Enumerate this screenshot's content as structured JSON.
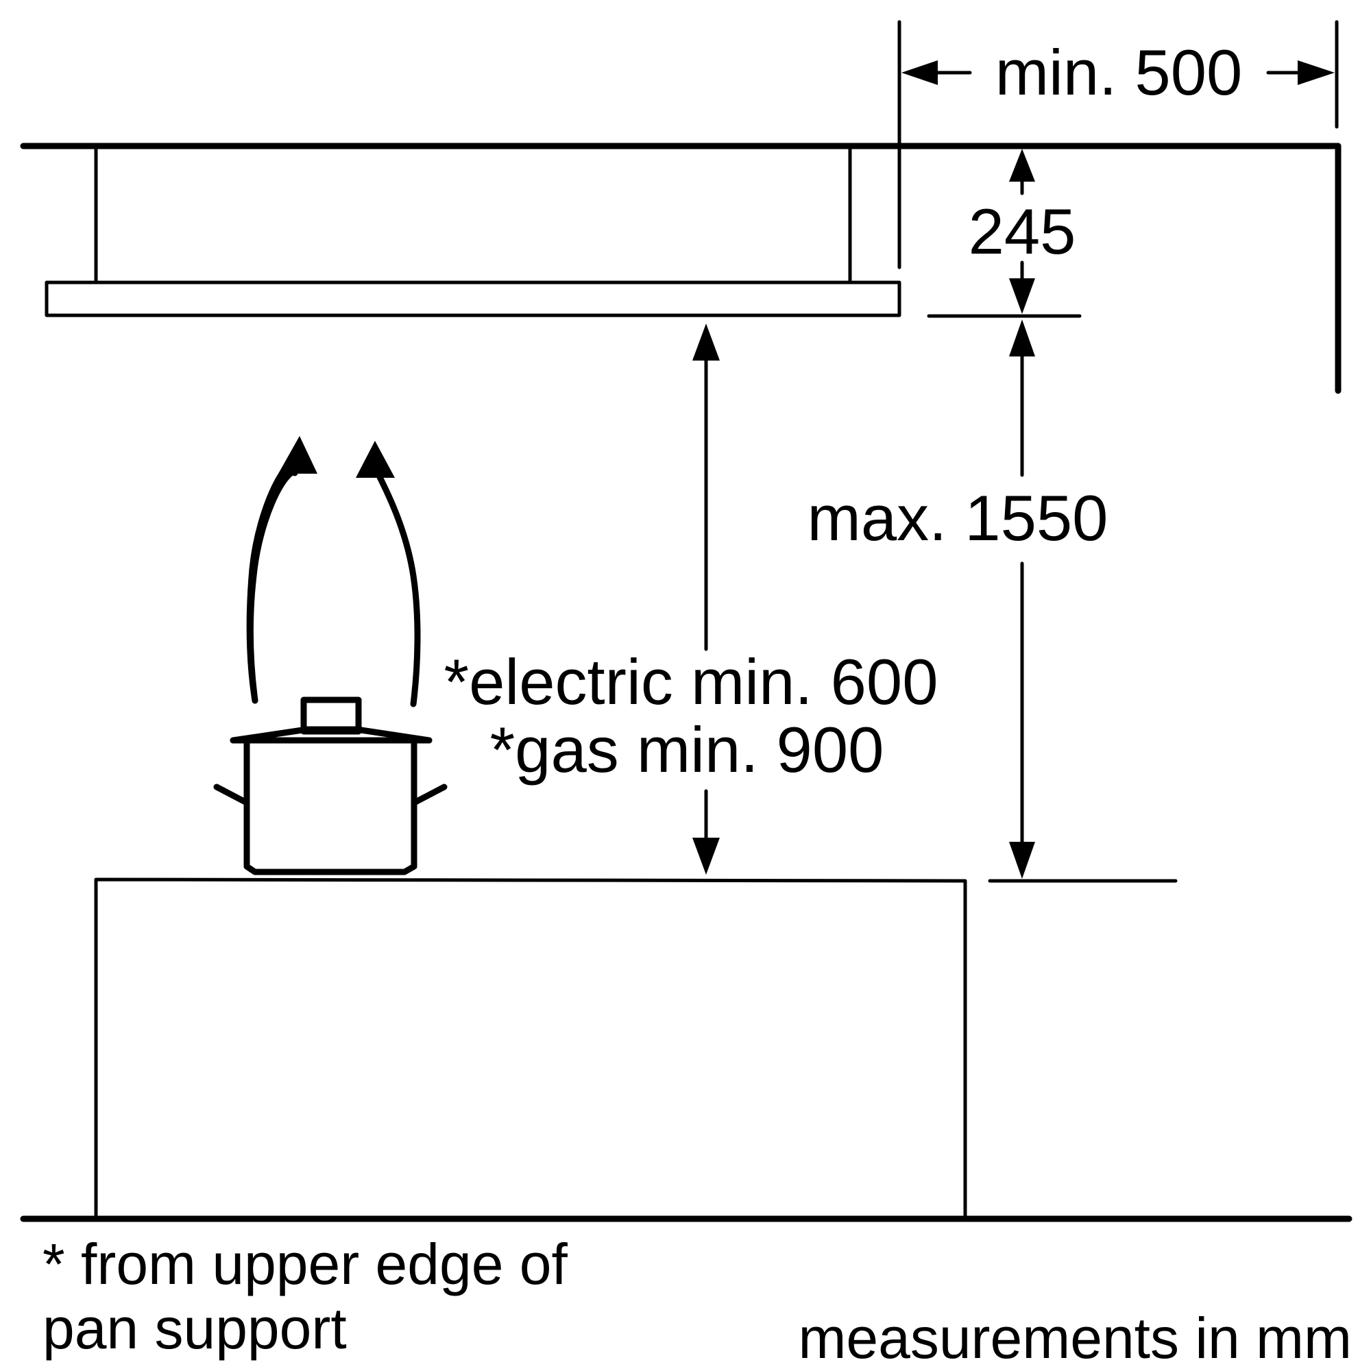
{
  "labels": {
    "min_500": "min. 500",
    "dim_245": "245",
    "max_1550": "max. 1550",
    "electric": "*electric min. 600",
    "gas": "*gas min. 900",
    "footnote_line1": "* from upper edge of",
    "footnote_line2": "pan support",
    "units": "measurements in mm"
  },
  "colors": {
    "ink": "#000000",
    "background": "#ffffff"
  },
  "icons": {
    "pot": "cooking-pot-icon",
    "steam": "steam-arrows-icon"
  }
}
